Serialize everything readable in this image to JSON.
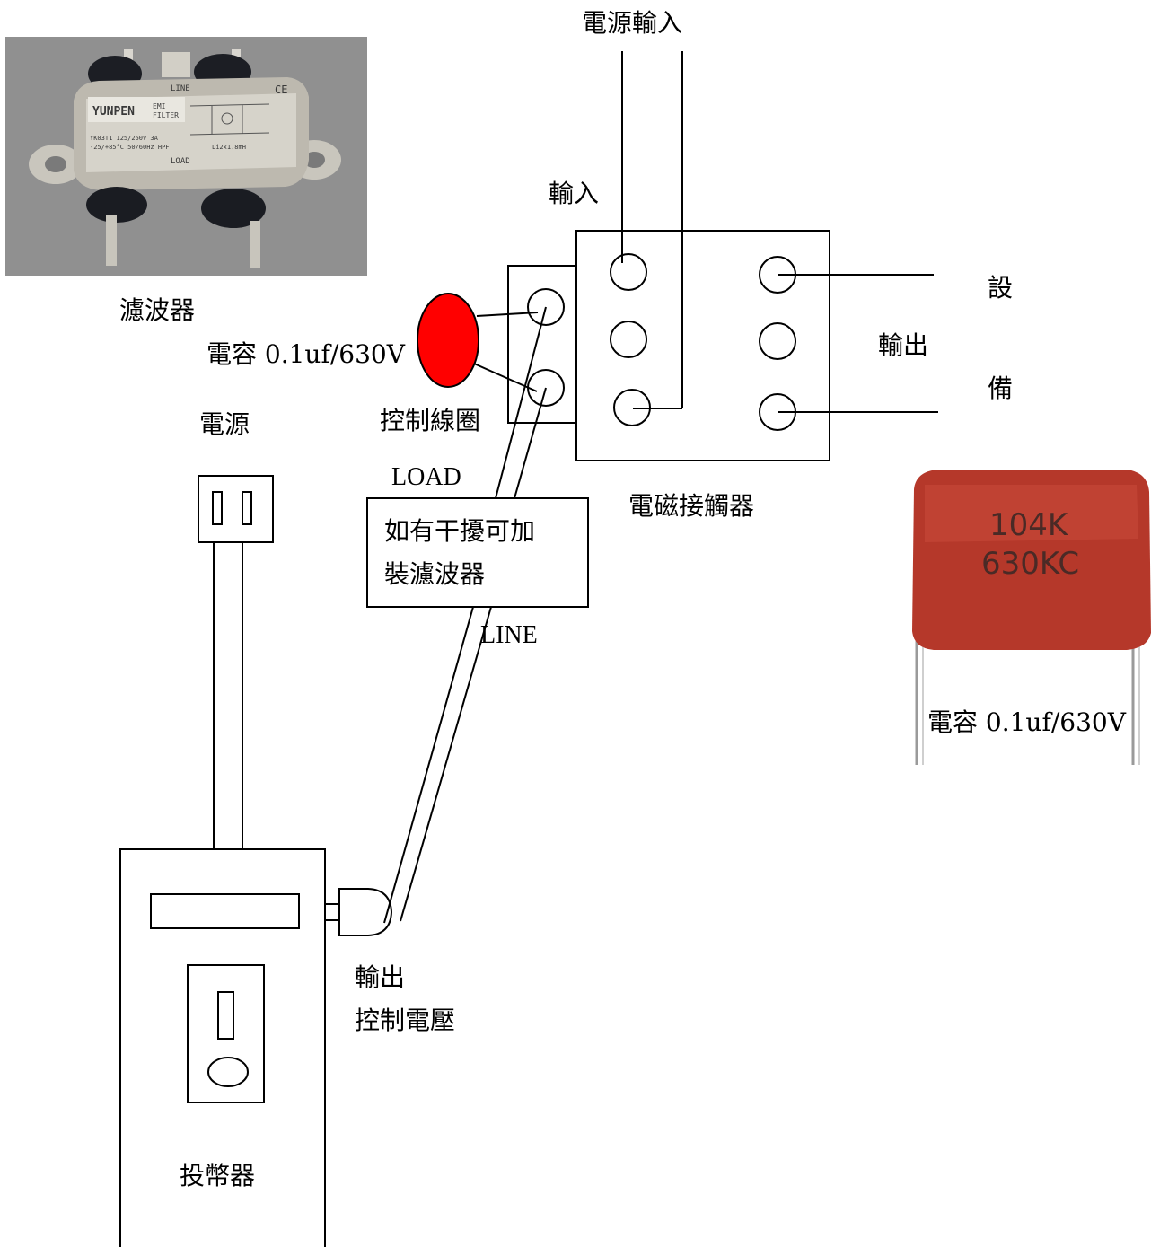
{
  "labels": {
    "power_input": "電源輸入",
    "input": "輸入",
    "output_right": "輸出",
    "equip_1": "設",
    "equip_2": "備",
    "contactor": "電磁接觸器",
    "control_coil": "控制線圈",
    "capacitor": "電容 0.1uf/630V",
    "filter": "濾波器",
    "power": "電源",
    "load": "LOAD",
    "line": "LINE",
    "filter_note_1": "如有干擾可加",
    "filter_note_2": "裝濾波器",
    "output_control_1": "輸出",
    "output_control_2": "控制電壓",
    "coin_device": "投幣器",
    "capacitor_photo_caption": "電容 0.1uf/630V"
  },
  "filter_photo": {
    "brand": "YUNPEN",
    "model_line1": "EMI",
    "model_line2": "FILTER",
    "spec1": "YK03T1  125/250V  3A",
    "spec2": "-25/+85°C  50/60Hz  HPF",
    "spec3": "Li2x1.8mH",
    "top_mark": "LINE",
    "bottom_mark": "LOAD",
    "ce": "CE"
  },
  "capacitor_photo": {
    "mark1": "104K",
    "mark2": "630KC"
  },
  "colors": {
    "capacitor_symbol": "#ff0000",
    "capacitor_body": "#b5382a",
    "photo_bg": "#8a8a8a",
    "filter_metal": "#b9b6ad"
  }
}
